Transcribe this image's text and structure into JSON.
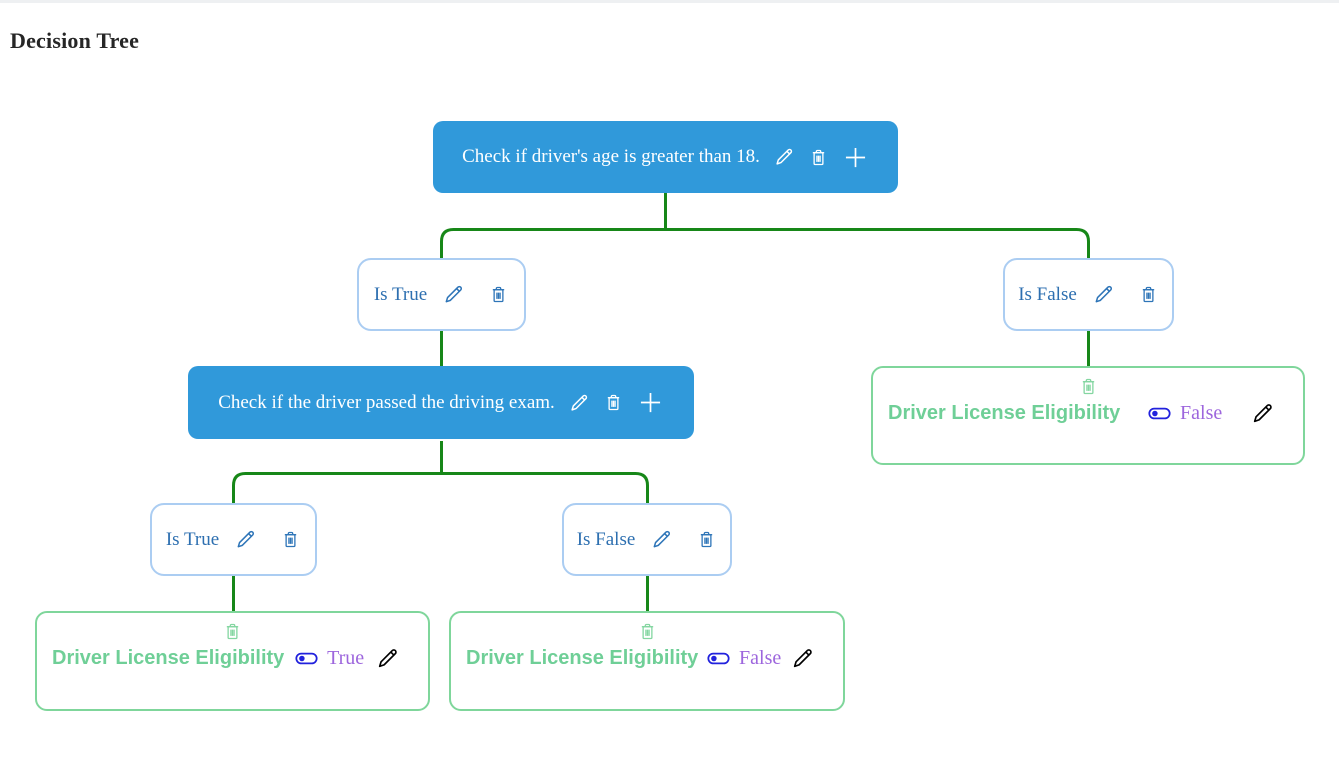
{
  "page": {
    "title": "Decision Tree"
  },
  "colors": {
    "question_node_blue": "#3099da",
    "branch_border_blue": "#abcdf2",
    "branch_text_blue": "#2d6fb0",
    "leaf_border_green": "#7fd69b",
    "leaf_title_green": "#6fcf97",
    "connector_green": "#178718",
    "toggle_blue": "#2121dd",
    "value_purple": "#9d66dd"
  },
  "icons": {
    "edit": "pencil",
    "delete": "trash",
    "add_child": "plus",
    "toggle": "switch-pill"
  },
  "tree": {
    "root": {
      "label": "Check if driver's age is greater than 18."
    },
    "level1": {
      "true_branch": {
        "label": "Is True"
      },
      "false_branch": {
        "label": "Is False"
      }
    },
    "exam_node": {
      "label": "Check if the driver passed the driving exam."
    },
    "level2": {
      "true_branch": {
        "label": "Is True"
      },
      "false_branch": {
        "label": "Is False"
      }
    },
    "leaves": {
      "age_false": {
        "title": "Driver License Eligibility",
        "value": "False"
      },
      "exam_true": {
        "title": "Driver License Eligibility",
        "value": "True"
      },
      "exam_false": {
        "title": "Driver License Eligibility",
        "value": "False"
      }
    }
  }
}
